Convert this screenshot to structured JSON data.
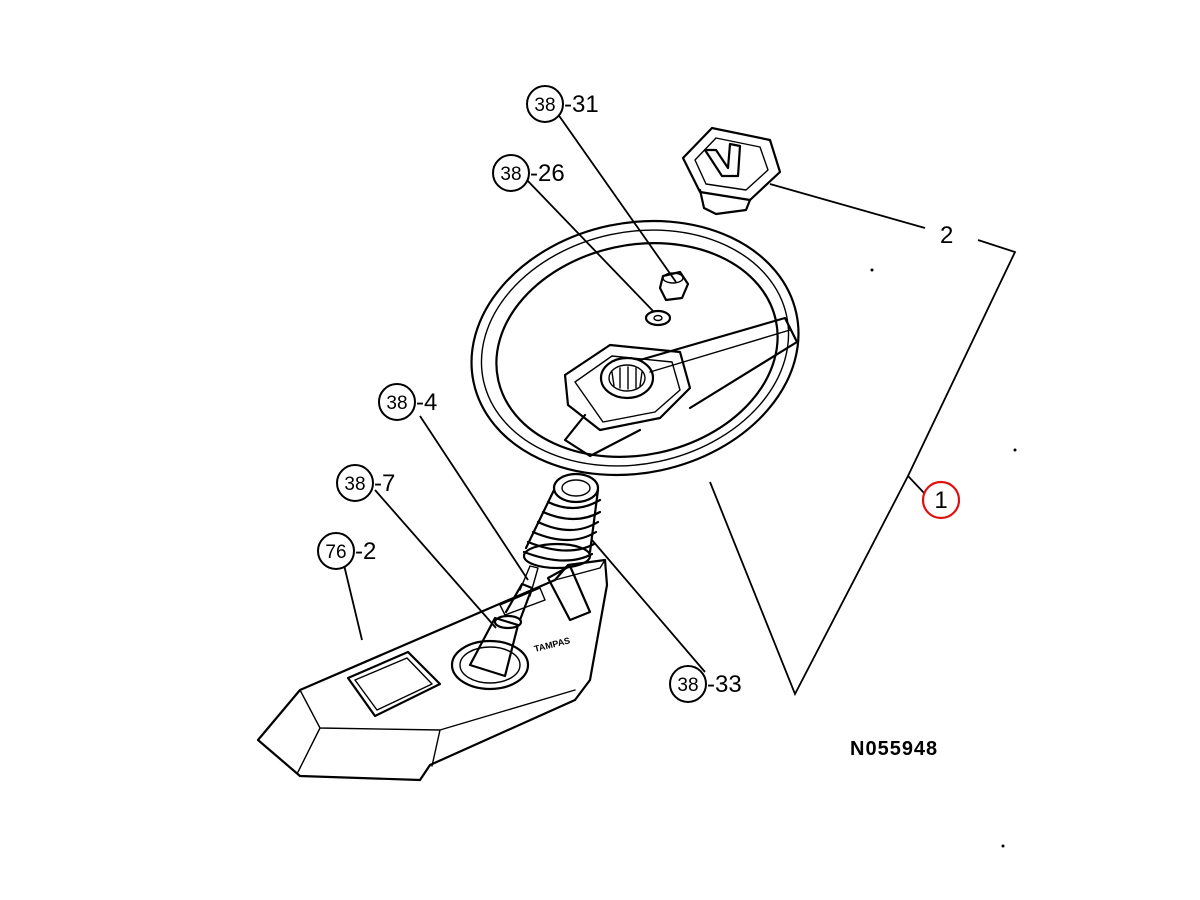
{
  "callouts": {
    "c38_31": {
      "num": "38",
      "suffix": "-31"
    },
    "c38_26": {
      "num": "38",
      "suffix": "-26"
    },
    "c38_4": {
      "num": "38",
      "suffix": "-4"
    },
    "c38_7": {
      "num": "38",
      "suffix": "-7"
    },
    "c76_2": {
      "num": "76",
      "suffix": "-2"
    },
    "c38_33": {
      "num": "38",
      "suffix": "-33"
    },
    "item2": "2",
    "item1": "1"
  },
  "panel_label": "TAMPAS",
  "reference_number": "N055948",
  "highlight_color": "#e01010"
}
